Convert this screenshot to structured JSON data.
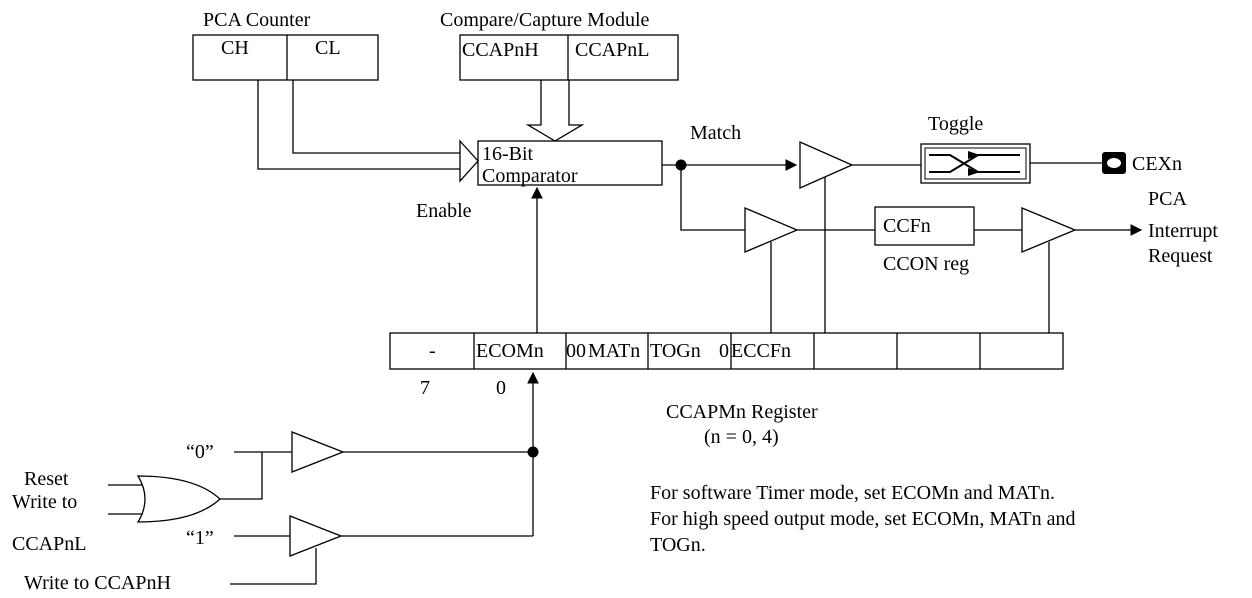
{
  "pca_counter": {
    "title": "PCA Counter",
    "ch": "CH",
    "cl": "CL"
  },
  "ccm": {
    "title": "Compare/Capture Module",
    "high": "CCAPnH",
    "low": "CCAPnL"
  },
  "comparator": {
    "line1": "16-Bit",
    "line2": "Comparator"
  },
  "labels": {
    "enable": "Enable",
    "match": "Match",
    "toggle": "Toggle",
    "cexn": "CEXn",
    "ccfn": "CCFn",
    "ccon": "CCON reg",
    "pca_irq": [
      "PCA",
      "Interrupt",
      "Request"
    ],
    "zero_input": "“0”",
    "one_input": "“1”",
    "reset": "Reset",
    "write_to": "Write to",
    "ccapnl": "CCAPnL",
    "write_ccapnh": "Write to CCAPnH"
  },
  "register": {
    "cells": [
      "-",
      "ECOMn",
      "0",
      "0",
      "MATn",
      "TOGn",
      "0",
      "ECCFn",
      "",
      "",
      ""
    ],
    "bit_high": "7",
    "bit_low": "0",
    "name": "CCAPMn Register",
    "range": "(n = 0, 4)"
  },
  "notes": [
    "For software Timer mode, set ECOMn and MATn.",
    "For high speed output mode, set ECOMn, MATn and",
    "TOGn."
  ]
}
